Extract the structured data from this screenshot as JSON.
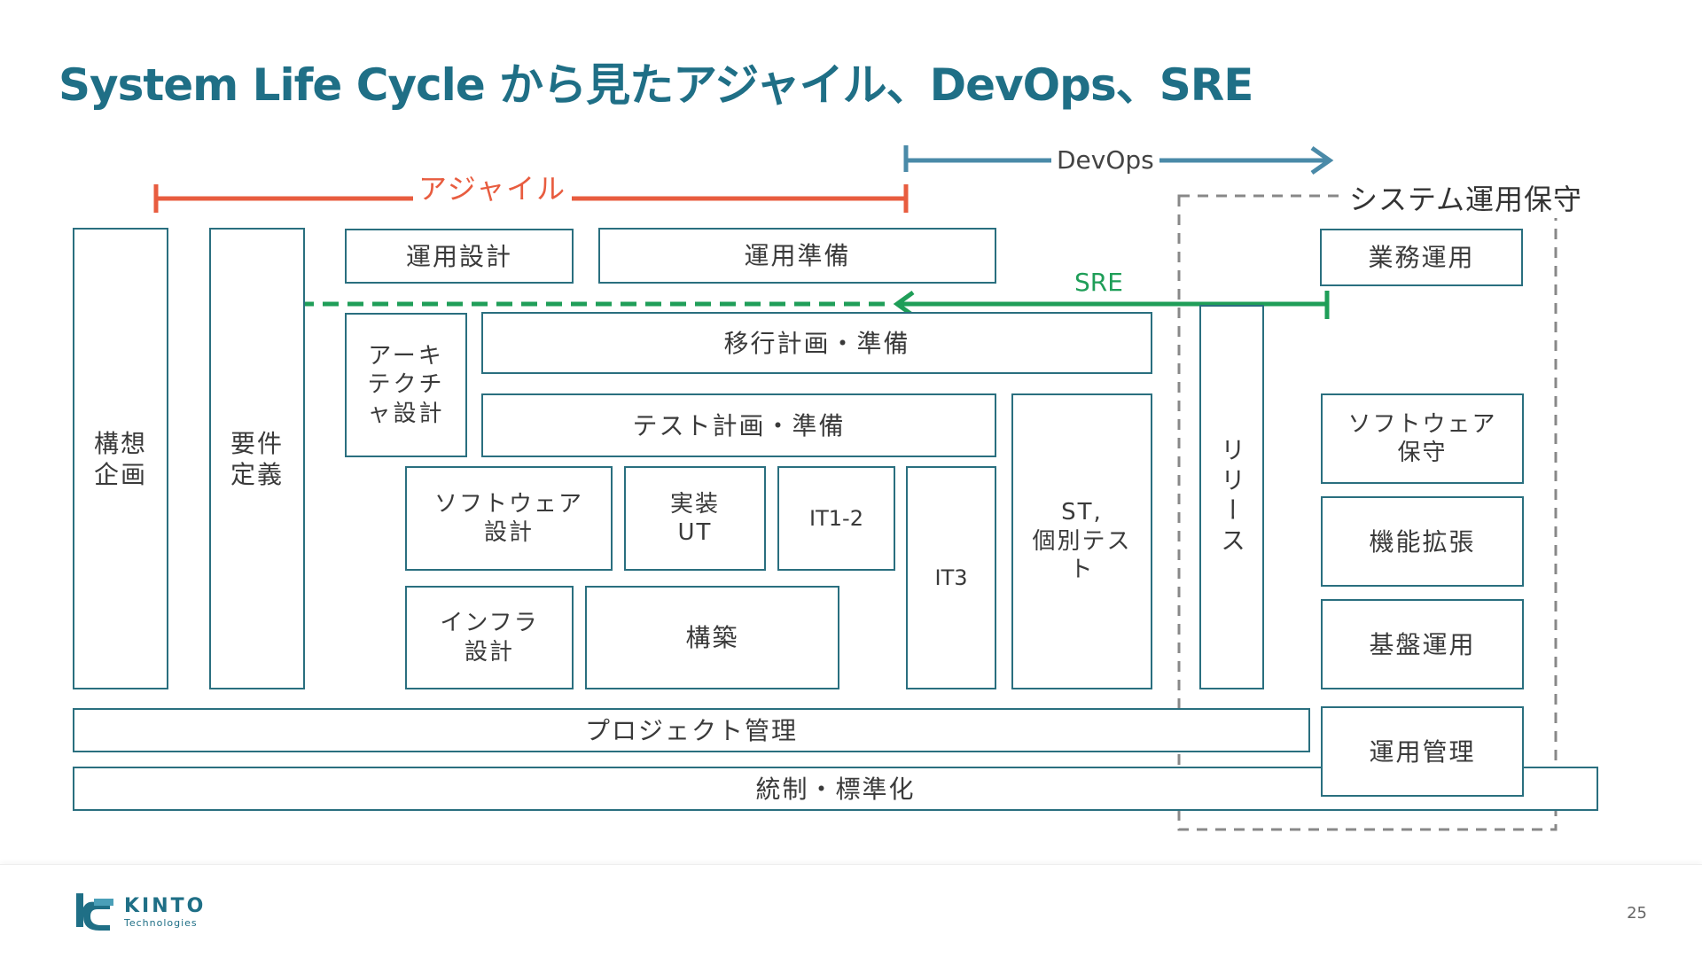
{
  "title": "System Life Cycle から見たアジャイル、DevOps、SRE",
  "colors": {
    "title": "#1f6f86",
    "box_border": "#2a6f7f",
    "agile": "#e85c3f",
    "devops": "#4a8aa8",
    "sre": "#1f9e58",
    "dashed_frame": "#888888"
  },
  "labels": {
    "agile": "アジャイル",
    "devops": "DevOps",
    "sre": "SRE",
    "system_ops": "システム運用保守"
  },
  "boxes": {
    "kousou": "構想\n企画",
    "youken": "要件\n定義",
    "unyo_sekkei": "運用設計",
    "unyo_junbi": "運用準備",
    "gyomu_unyo": "業務運用",
    "architecture": "アーキ\nテクチ\nャ設計",
    "ikou": "移行計画・準備",
    "test_keikaku": "テスト計画・準備",
    "sw_sekkei": "ソフトウェア\n設計",
    "jissou": "実装\nUT",
    "it12": "IT1-2",
    "it3": "IT3",
    "st": "ST,\n個別テス\nト",
    "release": "リリース",
    "sw_hoshu": "ソフトウェア\n保守",
    "kino": "機能拡張",
    "infra": "インフラ\n設計",
    "kouchiku": "構築",
    "kiban": "基盤運用",
    "pm": "プロジェクト管理",
    "unyo_kanri": "運用管理",
    "tousei": "統制・標準化"
  },
  "footer": {
    "brand": "KINTO",
    "brand_sub": "Technologies",
    "page_number": "25"
  }
}
